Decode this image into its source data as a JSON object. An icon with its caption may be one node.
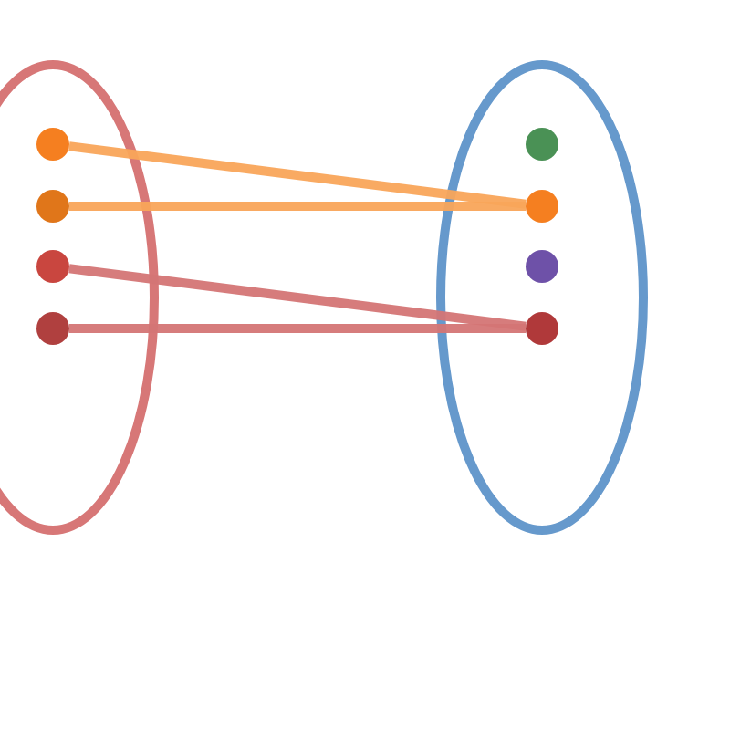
{
  "diagram": {
    "nodes": [
      {
        "text": [],
        "shape": "ellipse"
      },
      {
        "text": [],
        "shape": "circle",
        "in": 0
      },
      {
        "text": [],
        "shape": "circle",
        "in": 0
      },
      {
        "text": [],
        "shape": "circle",
        "in": 0
      },
      {
        "text": [],
        "shape": "circle",
        "in": 0
      },
      {
        "text": [],
        "shape": "ellipse"
      },
      {
        "text": [],
        "shape": "circle",
        "in": 5
      },
      {
        "text": [],
        "shape": "circle",
        "in": 5
      },
      {
        "text": [],
        "shape": "circle",
        "in": 5
      },
      {
        "text": [],
        "shape": "circle",
        "in": 5
      }
    ],
    "edges": [
      {
        "from": 1,
        "to": 7,
        "arrow": "none",
        "color": "#f9a55a"
      },
      {
        "from": 2,
        "to": 7,
        "arrow": "none",
        "color": "#f9a55a"
      },
      {
        "from": 3,
        "to": 9,
        "arrow": "none",
        "color": "#d47575"
      },
      {
        "from": 4,
        "to": 9,
        "arrow": "none",
        "color": "#d47575"
      }
    ]
  }
}
